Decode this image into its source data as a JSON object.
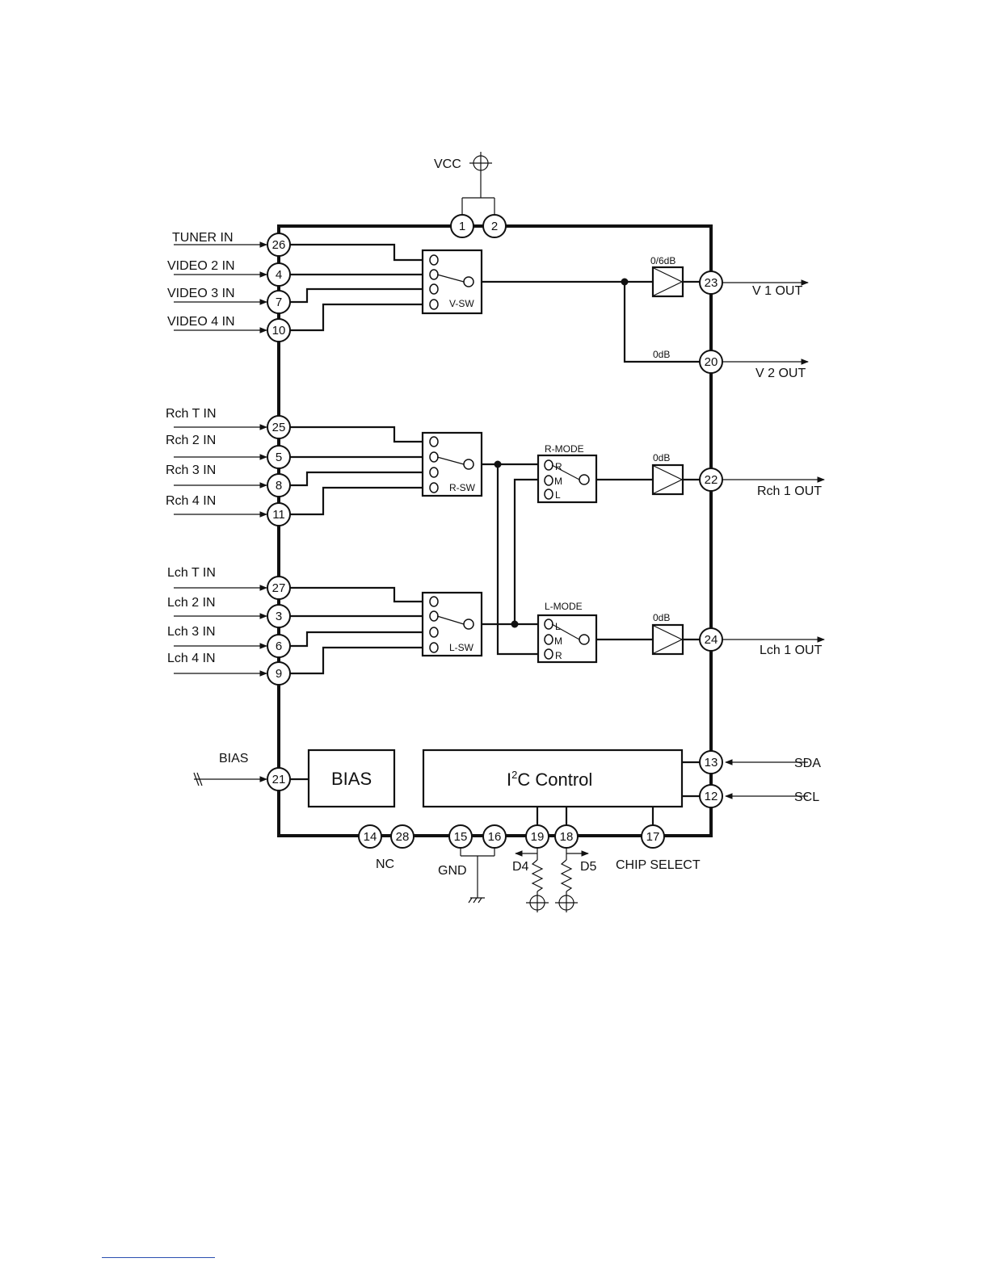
{
  "supply": {
    "vcc": "VCC",
    "gnd": "GND",
    "nc": "NC",
    "bias": "BIAS"
  },
  "inputs": {
    "tuner_in": "TUNER IN",
    "video2_in": "VIDEO 2 IN",
    "video3_in": "VIDEO 3 IN",
    "video4_in": "VIDEO 4 IN",
    "rch_t_in": "Rch T IN",
    "rch2_in": "Rch 2 IN",
    "rch3_in": "Rch 3 IN",
    "rch4_in": "Rch 4 IN",
    "lch_t_in": "Lch T IN",
    "lch2_in": "Lch 2 IN",
    "lch3_in": "Lch 3 IN",
    "lch4_in": "Lch 4 IN"
  },
  "outputs": {
    "v1_out": "V 1 OUT",
    "v2_out": "V 2 OUT",
    "rch1_out": "Rch 1 OUT",
    "lch1_out": "Lch 1 OUT"
  },
  "switches": {
    "v_sw": "V-SW",
    "r_sw": "R-SW",
    "l_sw": "L-SW"
  },
  "modes": {
    "r_mode": "R-MODE",
    "l_mode": "L-MODE",
    "r": "R",
    "m": "M",
    "l": "L"
  },
  "gains": {
    "v1": "0/6dB",
    "v2": "0dB",
    "rch": "0dB",
    "lch": "0dB"
  },
  "blocks": {
    "bias": "BIAS",
    "i2c_i": "I",
    "i2c_sup": "2",
    "i2c_rest": "C Control"
  },
  "control": {
    "sda": "SDA",
    "scl": "SCL",
    "d4": "D4",
    "d5": "D5",
    "chip_select": "CHIP SELECT"
  },
  "pins": {
    "p1": "1",
    "p2": "2",
    "p3": "3",
    "p4": "4",
    "p5": "5",
    "p6": "6",
    "p7": "7",
    "p8": "8",
    "p9": "9",
    "p10": "10",
    "p11": "11",
    "p12": "12",
    "p13": "13",
    "p14": "14",
    "p15": "15",
    "p16": "16",
    "p17": "17",
    "p18": "18",
    "p19": "19",
    "p20": "20",
    "p21": "21",
    "p22": "22",
    "p23": "23",
    "p24": "24",
    "p25": "25",
    "p26": "26",
    "p27": "27",
    "p28": "28"
  }
}
